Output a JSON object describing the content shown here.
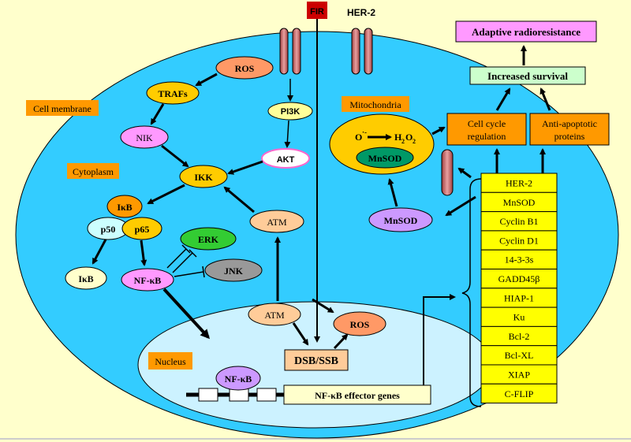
{
  "labels": {
    "fir": "FIR",
    "her2_receptor": "HER-2",
    "cell_membrane": "Cell membrane",
    "cytoplasm": "Cytoplasm",
    "mitochondria": "Mitochondria",
    "nucleus": "Nucleus",
    "ros_cyto": "ROS",
    "trafs": "TRAFs",
    "nik": "NIK",
    "ikk": "IKK",
    "pi3k": "PI3K",
    "akt": "AKT",
    "atm_cyto": "ATM",
    "ikb_complex": "IκB",
    "p50": "p50",
    "p65": "p65",
    "ikb_free": "IκB",
    "nfkb_cyto": "NF-κB",
    "erk": "ERK",
    "jnk": "JNK",
    "atm_nuc": "ATM",
    "ros_nuc": "ROS",
    "dsb_ssb": "DSB/SSB",
    "nfkb_nuc": "NF-κB",
    "effector_genes": "NF-κB effector genes",
    "superoxide": "O",
    "superoxide_sup": "·-",
    "h2o2_h": "H",
    "h2o2_2a": "2",
    "h2o2_o": "O",
    "h2o2_2b": "2",
    "mnsod_mito": "MnSOD",
    "mnsod_cyto": "MnSOD",
    "cell_cycle": [
      "Cell cycle",
      "regulation"
    ],
    "anti_apoptotic": [
      "Anti-apoptotic",
      "proteins"
    ],
    "increased_survival": "Increased survival",
    "adaptive_radioresistance": "Adaptive radioresistance"
  },
  "gene_list": [
    "HER-2",
    "MnSOD",
    "Cyclin B1",
    "Cyclin D1",
    "14-3-3s",
    "GADD45β",
    "HIAP-1",
    "Ku",
    "Bcl-2",
    "Bcl-XL",
    "XIAP",
    "C-FLIP"
  ],
  "colors": {
    "background": "#ffffcc",
    "cell": "#33ccff",
    "nucleus": "#ccf2ff",
    "orange_label": "#ff9900",
    "yellow_node": "#ffcc00",
    "pink_node": "#ff99ff",
    "salmon_node": "#ff9966",
    "peach_node": "#ffcc99",
    "green_node": "#33cc33",
    "grey_node": "#999999",
    "lavender_node": "#cc99ff",
    "gene_box": "#ffff00",
    "survival_box": "#ccffcc",
    "radioresistance_box": "#ff99ff",
    "receptor": "#cc6666"
  }
}
